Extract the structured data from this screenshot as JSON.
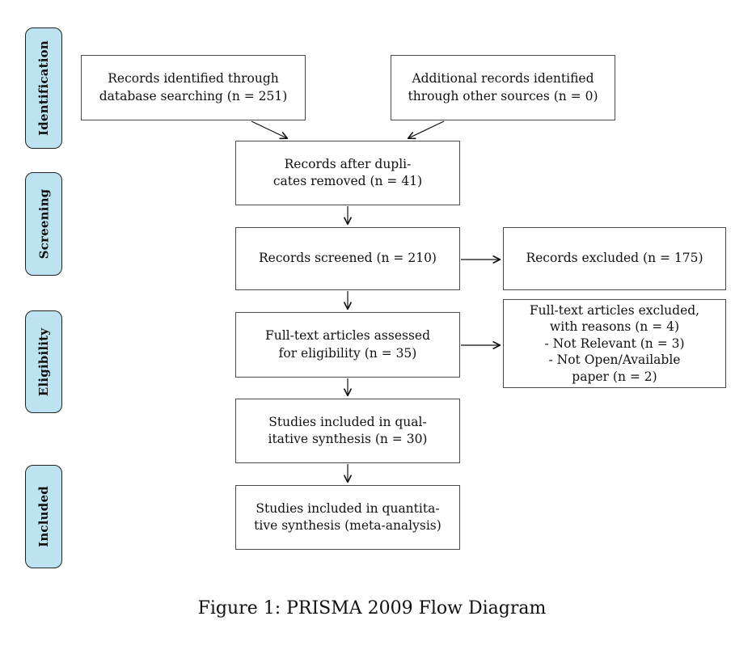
{
  "figure": {
    "caption": "Figure 1: PRISMA 2009 Flow Diagram"
  },
  "colors": {
    "phase_fill": "#BDE3F1",
    "phase_border": "#222222",
    "box_border": "#4A4A4A",
    "arrow": "#111111",
    "text": "#111111",
    "background": "#FFFFFF"
  },
  "phases": [
    {
      "label": "Identification"
    },
    {
      "label": "Screening"
    },
    {
      "label": "Eligibility"
    },
    {
      "label": "Included"
    }
  ],
  "boxes": {
    "identified": {
      "lines": [
        "Records identified through",
        "database searching (n = 251)"
      ]
    },
    "additional": {
      "lines": [
        "Additional records identified",
        "through other sources (n = 0)"
      ]
    },
    "duplicates_removed": {
      "lines": [
        "Records after dupli-",
        "cates removed (n = 41)"
      ]
    },
    "screened": {
      "lines": [
        "Records screened (n = 210)"
      ]
    },
    "excluded": {
      "lines": [
        "Records excluded (n = 175)"
      ]
    },
    "fulltext_assessed": {
      "lines": [
        "Full-text articles assessed",
        "for eligibility (n = 35)"
      ]
    },
    "fulltext_excluded": {
      "lines": [
        "Full-text articles excluded,",
        "with reasons (n = 4)",
        "- Not Relevant (n = 3)",
        "- Not Open/Available",
        "paper (n = 2)"
      ]
    },
    "qualitative": {
      "lines": [
        "Studies included in qual-",
        "itative synthesis (n = 30)"
      ]
    },
    "quantitative": {
      "lines": [
        "Studies included in quantita-",
        "tive synthesis (meta-analysis)"
      ]
    }
  }
}
